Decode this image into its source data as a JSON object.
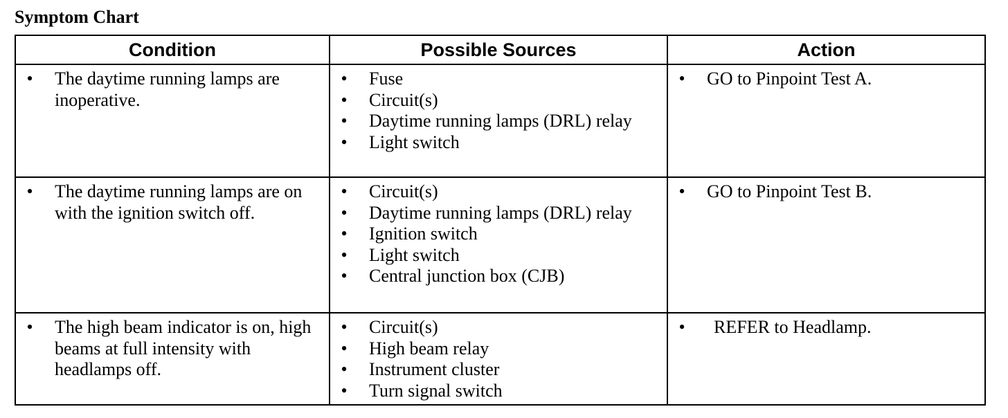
{
  "title": "Symptom Chart",
  "bullet": "•",
  "table": {
    "headers": {
      "condition": "Condition",
      "sources": "Possible Sources",
      "action": "Action"
    },
    "rows": [
      {
        "condition": "The daytime running lamps are inoperative.",
        "sources": [
          "Fuse",
          "Circuit(s)",
          "Daytime running lamps (DRL) relay",
          "Light switch"
        ],
        "action": "GO to Pinpoint Test A."
      },
      {
        "condition": "The daytime running lamps are on with the ignition switch off.",
        "sources": [
          "Circuit(s)",
          "Daytime running lamps (DRL) relay",
          "Ignition switch",
          "Light switch",
          "Central junction box (CJB)"
        ],
        "action": "GO to Pinpoint Test B."
      },
      {
        "condition": "The high beam indicator is on, high beams at full intensity with headlamps off.",
        "sources": [
          "Circuit(s)",
          "High beam relay",
          "Instrument cluster",
          "Turn signal switch"
        ],
        "action": "REFER to Headlamp."
      }
    ]
  }
}
